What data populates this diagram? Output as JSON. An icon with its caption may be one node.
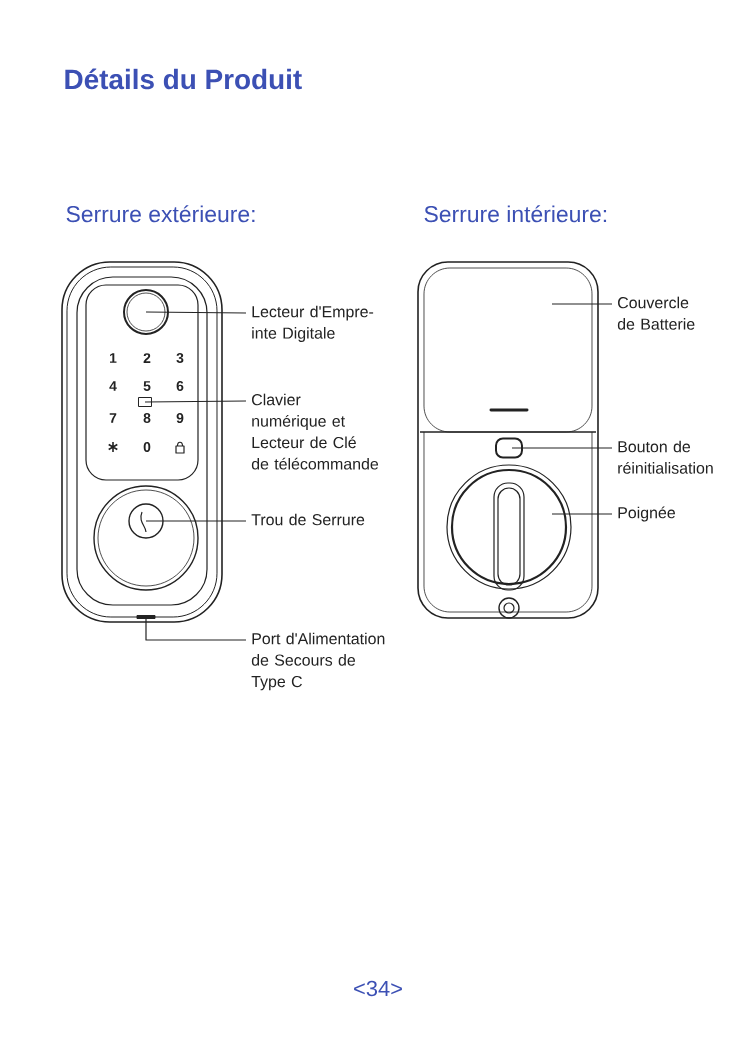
{
  "diagram": {
    "title": "Détails du Produit",
    "nodes": [
      {
        "text": [
          "Lecteur d'Empre- inte Digitale"
        ]
      },
      {
        "text": [
          "Clavier numérique et Lecteur de Clé de télécommande"
        ]
      },
      {
        "text": [
          "Trou de Serrure"
        ]
      },
      {
        "text": [
          "Port d'Alimentation de Secours de Type C"
        ]
      },
      {
        "text": [
          "Couvercle de Batterie"
        ]
      },
      {
        "text": [
          "Bouton de réinitialisation"
        ]
      },
      {
        "text": [
          "Poignée"
        ]
      },
      {
        "text": [],
        "shape": "circle"
      },
      {
        "text": [],
        "shape": "box"
      },
      {
        "text": [],
        "shape": "circle"
      },
      {
        "text": [],
        "shape": "bar"
      },
      {
        "text": [],
        "shape": "box"
      },
      {
        "text": [],
        "shape": "box"
      },
      {
        "text": [],
        "shape": "circle"
      }
    ],
    "edges": [
      {
        "from": 0,
        "to": 7,
        "arrow": "none"
      },
      {
        "from": 1,
        "to": 8,
        "arrow": "none"
      },
      {
        "from": 2,
        "to": 9,
        "arrow": "none"
      },
      {
        "from": 3,
        "to": 10,
        "arrow": "none"
      },
      {
        "from": 4,
        "to": 11,
        "arrow": "none"
      },
      {
        "from": 5,
        "to": 12,
        "arrow": "none"
      },
      {
        "from": 6,
        "to": 13,
        "arrow": "none"
      }
    ],
    "labels": [
      "Serrure extérieure:",
      "Serrure intérieure:",
      "1",
      "2",
      "3",
      "4",
      "5",
      "6",
      "7",
      "8",
      "9",
      "0",
      "<34>"
    ]
  }
}
